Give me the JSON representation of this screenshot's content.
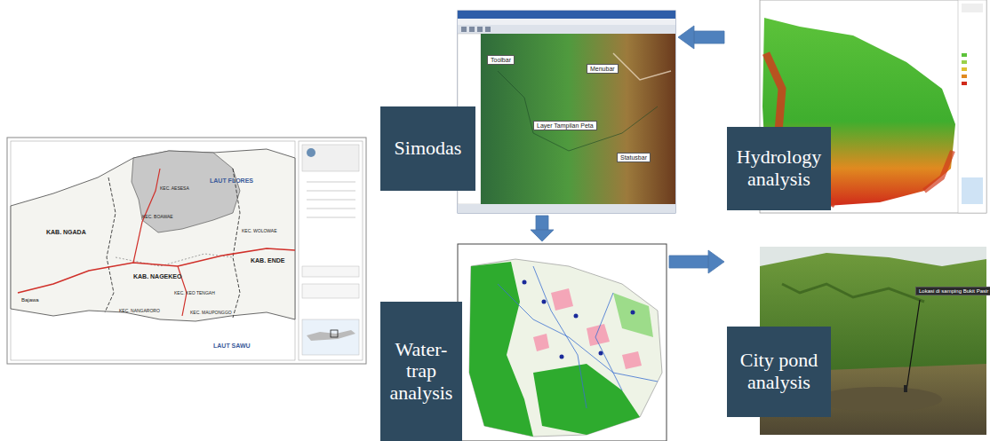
{
  "diagram": {
    "nodes": [
      {
        "text": [
          "Simodas"
        ]
      },
      {
        "text": [
          "Hydrology analysis"
        ]
      },
      {
        "text": [
          "Water-trap analysis"
        ]
      },
      {
        "text": [
          "City pond analysis"
        ]
      }
    ],
    "edges": [
      {
        "from": 1,
        "to": 0,
        "arrow": "to"
      },
      {
        "from": 0,
        "to": 2,
        "arrow": "to"
      },
      {
        "from": 2,
        "to": 3,
        "arrow": "to"
      }
    ],
    "labels": [
      "LAUT FLORES",
      "KAB. NGADA",
      "KAB. NAGEKEO",
      "KAB. ENDE",
      "LAUT SAWU",
      "Bajawa",
      "KEC. AESESA",
      "KEC. BOAWAE",
      "KEC. WOLOWAE",
      "KEC. KEO TENGAH",
      "KEC. NANGARORO",
      "KEC. MAUPONGGO",
      "Toolbar",
      "Menubar",
      "Layer Tampilan Peta",
      "Statusbar",
      "Lokasi di samping Bukit Pasir"
    ]
  }
}
